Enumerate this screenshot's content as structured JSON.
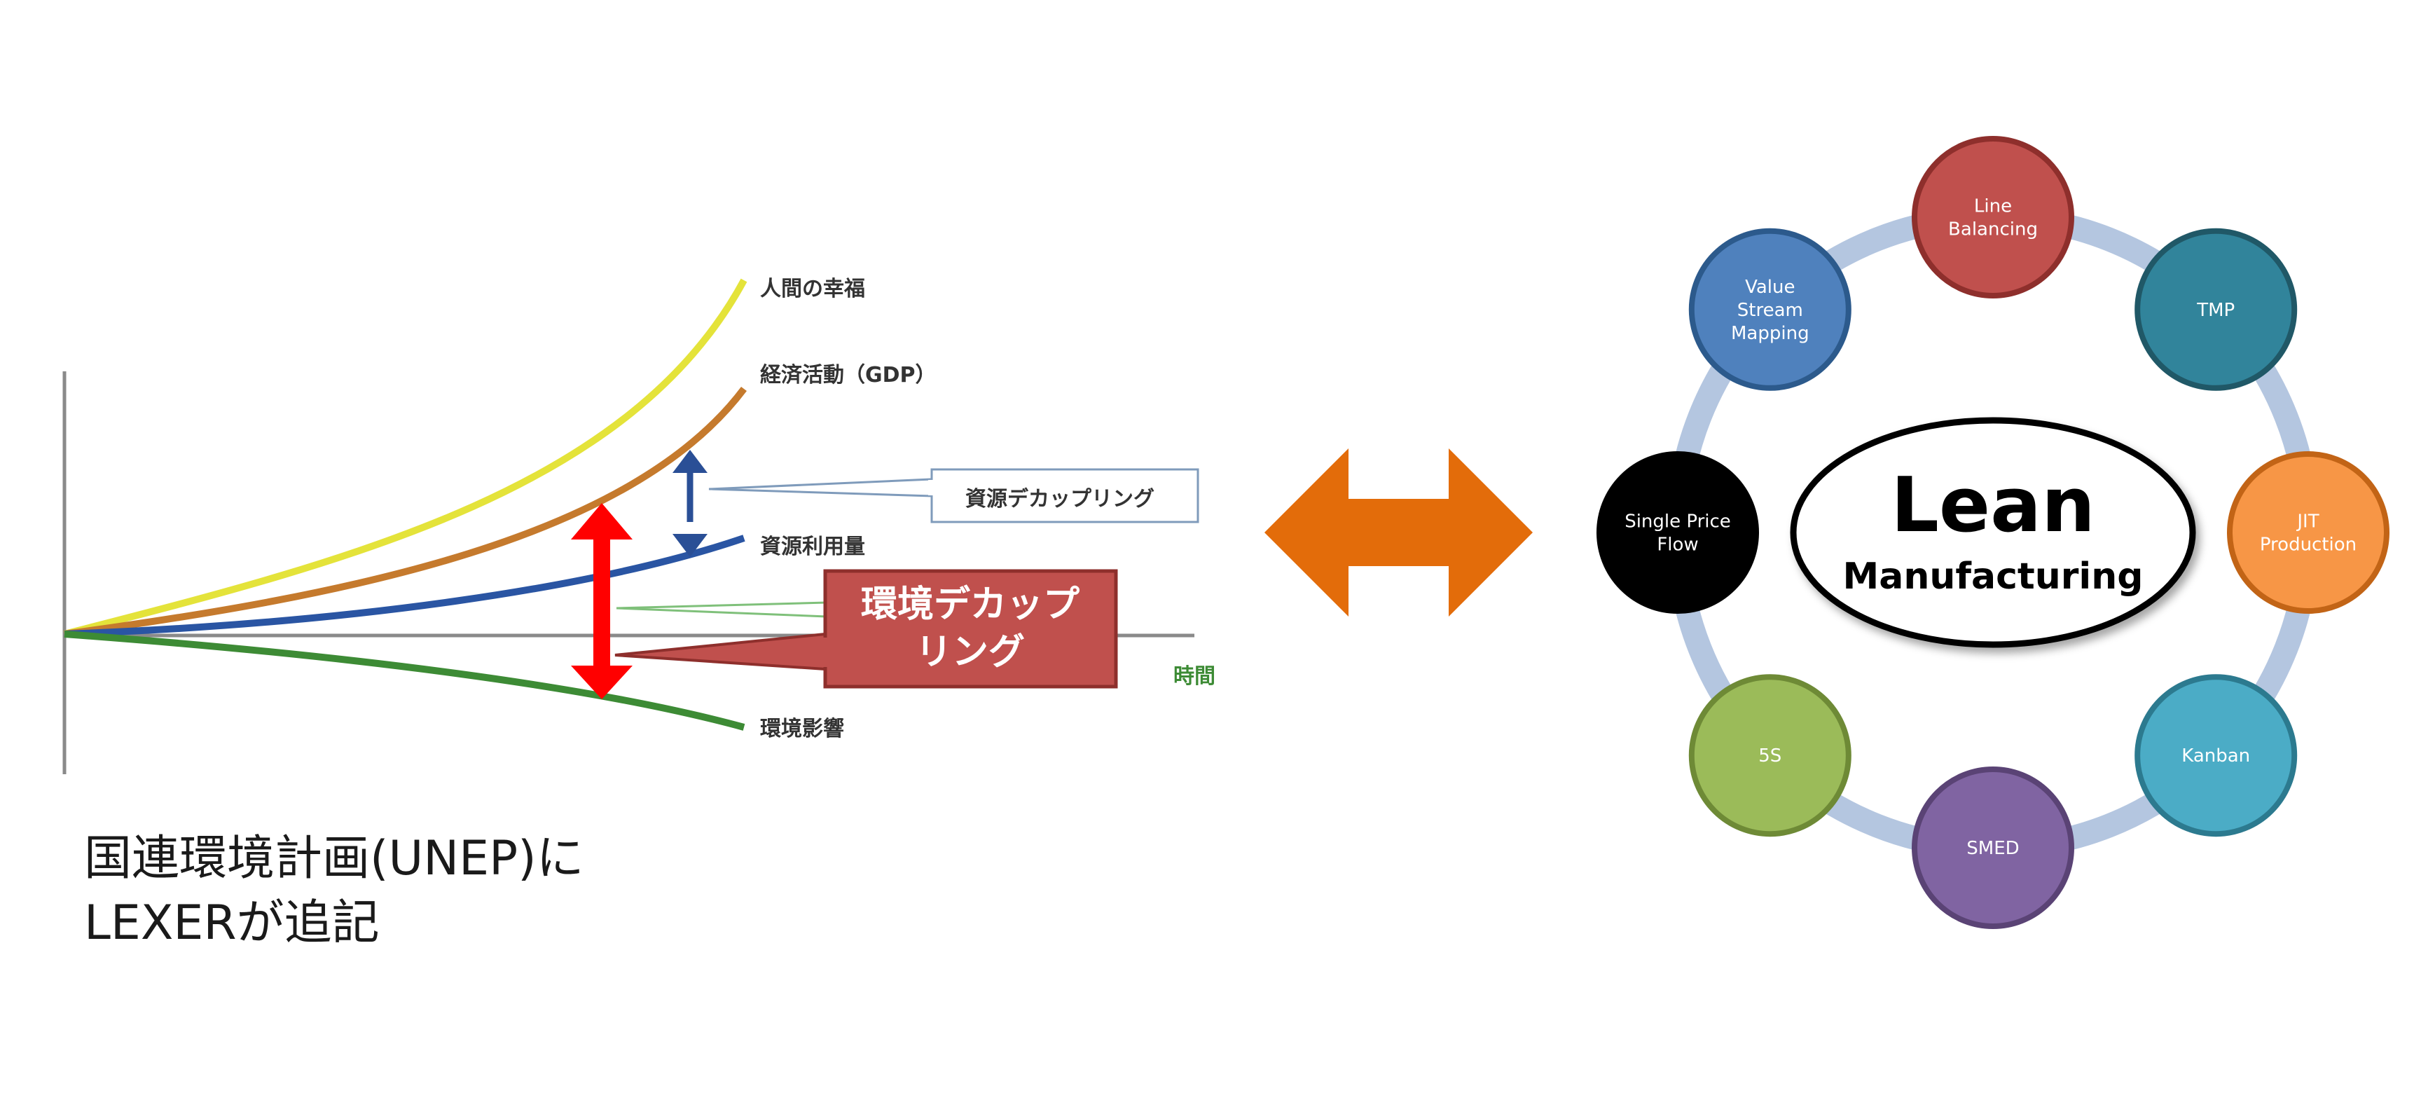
{
  "decoupling_chart": {
    "series_labels": {
      "wellbeing": "人間の幸福",
      "gdp": "経済活動（GDP）",
      "resource_use": "資源利用量",
      "env_impact": "環境影響"
    },
    "x_axis_label": "時間",
    "resource_decoupling_label": "資源デカップリング",
    "env_decoupling_label_line1": "環境デカップ",
    "env_decoupling_label_line2": "リング",
    "colors": {
      "wellbeing": "#e4e33a",
      "gdp": "#c57a2d",
      "resource_use": "#2a55a3",
      "env_impact": "#3d8b35",
      "time_label": "#3d8b35",
      "env_callout": "#c0504d",
      "red_arrow": "#ff0000",
      "blue_arrow": "#2a4f96"
    }
  },
  "caption": {
    "line1": "国連環境計画(UNEP)に",
    "line2": "LEXERが追記"
  },
  "link_arrow": {
    "color": "#e36c0a"
  },
  "lean_diagram": {
    "center_title": "Lean",
    "center_subtitle": "Manufacturing",
    "ring_color": "#b4c6e0",
    "nodes": [
      {
        "id": "line-balancing",
        "line1": "Line",
        "line2": "Balancing",
        "line3": "",
        "fill": "#c0504d",
        "stroke": "#8e2f2c"
      },
      {
        "id": "tmp",
        "line1": "TMP",
        "line2": "",
        "line3": "",
        "fill": "#31849b",
        "stroke": "#205867"
      },
      {
        "id": "jit-production",
        "line1": "JIT",
        "line2": "Production",
        "line3": "",
        "fill": "#f79646",
        "stroke": "#c26416"
      },
      {
        "id": "kanban",
        "line1": "Kanban",
        "line2": "",
        "line3": "",
        "fill": "#4bacc6",
        "stroke": "#2c7a8f"
      },
      {
        "id": "smed",
        "line1": "SMED",
        "line2": "",
        "line3": "",
        "fill": "#8064a2",
        "stroke": "#5a4375"
      },
      {
        "id": "5s",
        "line1": "5S",
        "line2": "",
        "line3": "",
        "fill": "#9bbb59",
        "stroke": "#6e8a36"
      },
      {
        "id": "single-price-flow",
        "line1": "Single Price",
        "line2": "Flow",
        "line3": "",
        "fill": "#000000",
        "stroke": "#000000"
      },
      {
        "id": "value-stream-mapping",
        "line1": "Value",
        "line2": "Stream",
        "line3": "Mapping",
        "fill": "#4f81bd",
        "stroke": "#2c5a8c"
      }
    ]
  }
}
